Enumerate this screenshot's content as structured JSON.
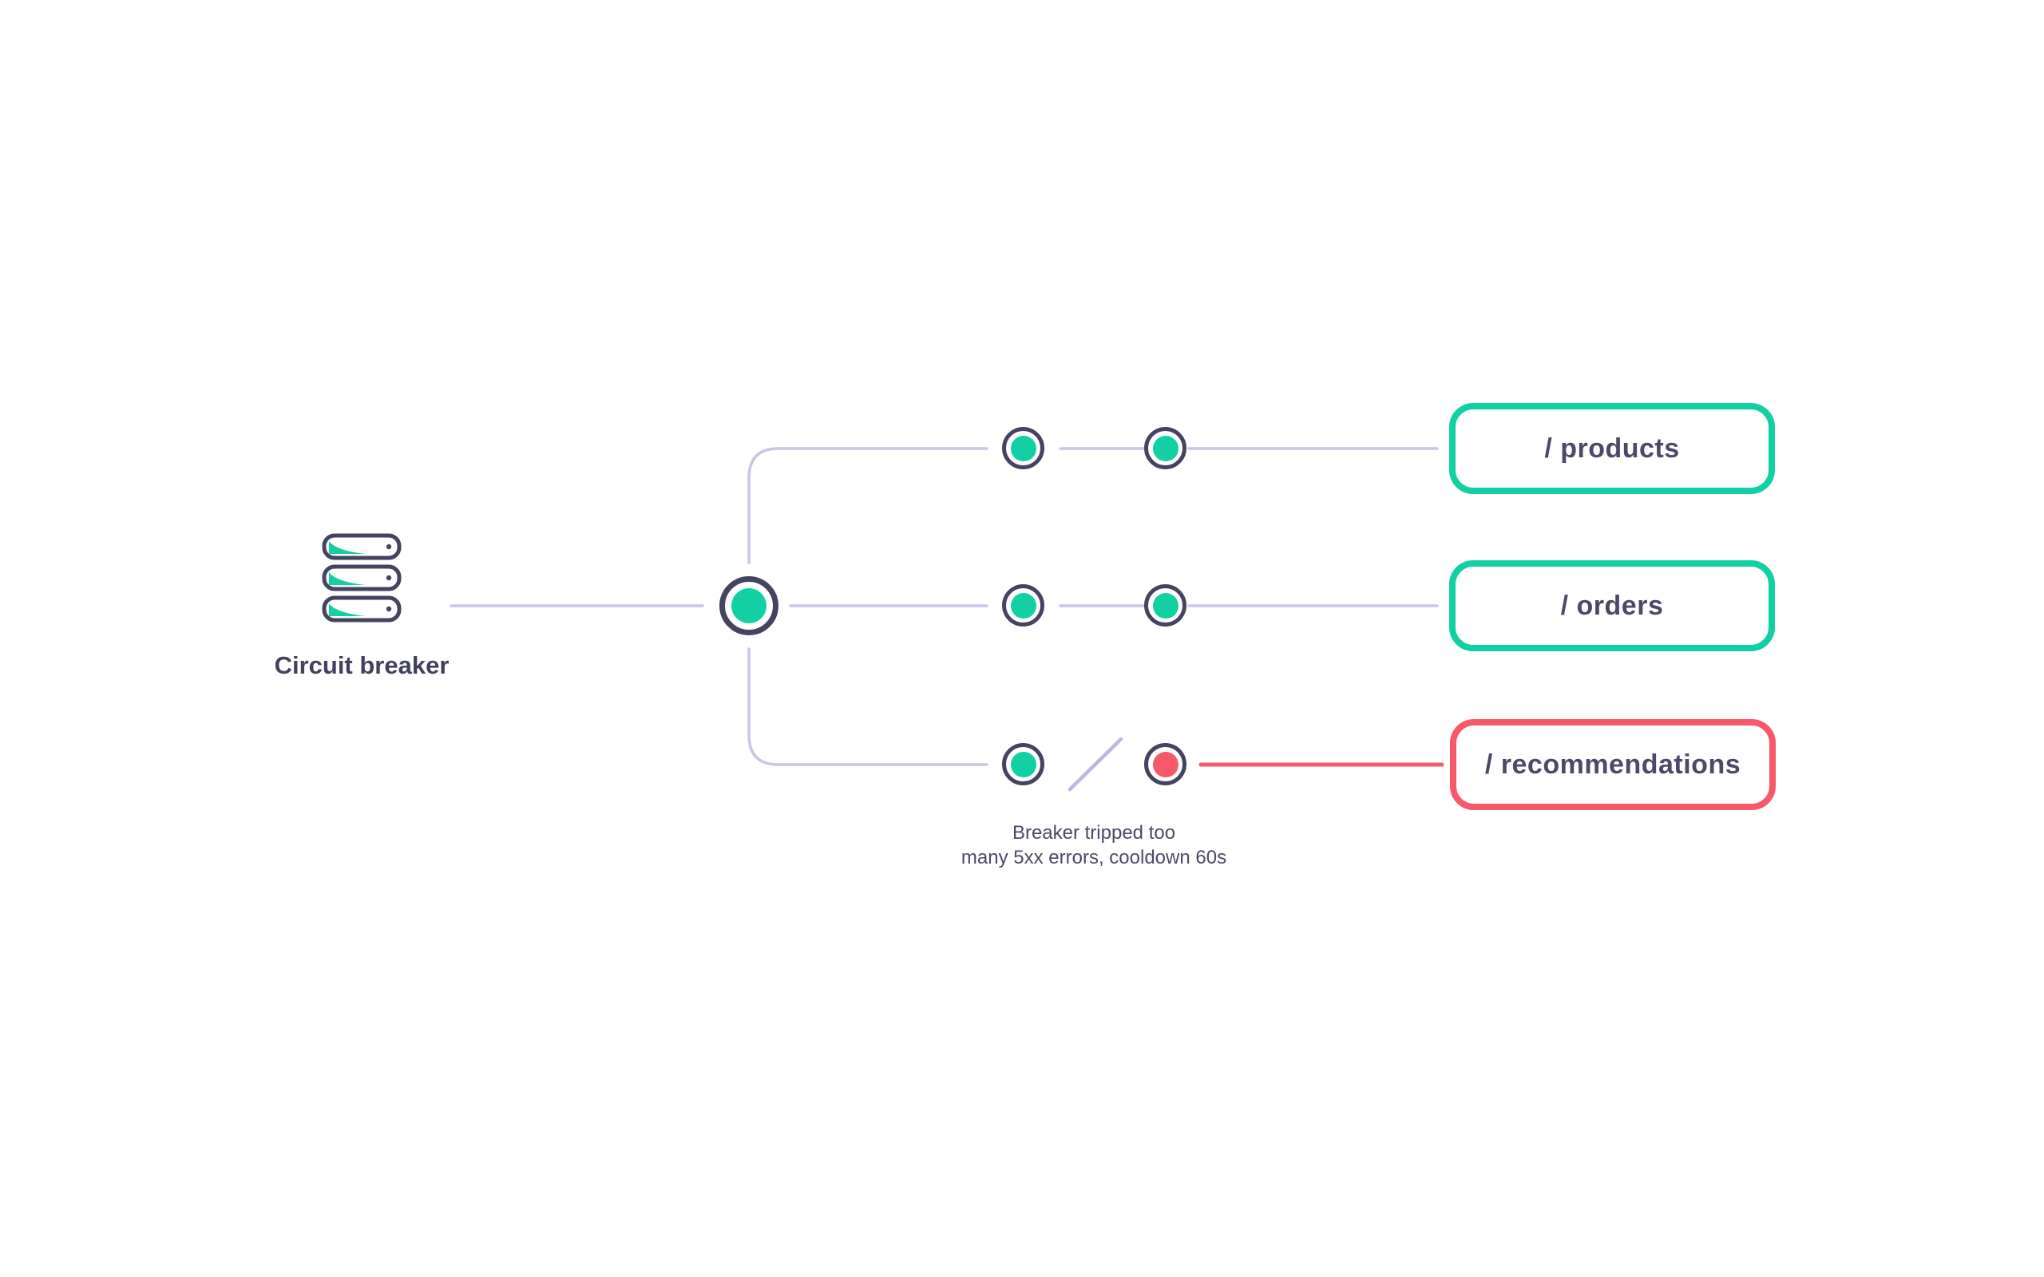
{
  "source": {
    "label": "Circuit breaker",
    "icon": "server-stack"
  },
  "breaker": {
    "state": "closed"
  },
  "branches": [
    {
      "endpoint": "/ products",
      "status": "healthy"
    },
    {
      "endpoint": "/ orders",
      "status": "healthy"
    },
    {
      "endpoint": "/ recommendations",
      "status": "tripped"
    }
  ],
  "caption": {
    "line1": "Breaker tripped too",
    "line2": "many 5xx errors, cooldown 60s"
  },
  "colors": {
    "teal": "#12d0a4",
    "red": "#f7596b",
    "wire_lavender": "#c7c6e9",
    "node_ring": "#454460",
    "text_dark": "#4a4a68"
  }
}
